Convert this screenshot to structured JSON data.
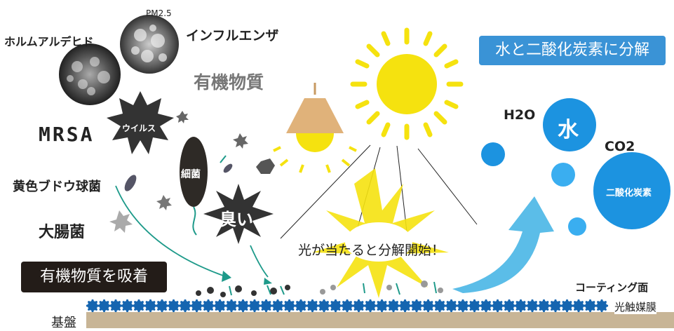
{
  "labels": {
    "pm25": "PM2.5",
    "formaldehyde": "ホルムアルデヒド",
    "influenza": "インフルエンザ",
    "organic": "有機物質",
    "mrsa": "MRSA",
    "virus": "ウイルス",
    "staph": "黄色ブドウ球菌",
    "bacteria": "細菌",
    "ecoli": "大腸菌",
    "odor": "臭い",
    "adsorb": "有機物質を吸着",
    "decompose_start": "光が当たると分解開始！",
    "water_co2": "水と二酸化炭素に分解",
    "h2o": "H2O",
    "water": "水",
    "co2": "CO2",
    "carbon_dioxide": "二酸化炭素",
    "coating_surface": "コーティング面",
    "photocatalyst_film": "光触媒膜",
    "substrate": "基盤"
  },
  "colors": {
    "sun": "#f5e20f",
    "lamp_shade": "#e0b27a",
    "bubble": "#1c93e0",
    "bubble_light": "#3aaef0",
    "arrow": "#5bbde8",
    "film": "#1565b0",
    "substrate": "#c8b596",
    "teal_arrow": "#1e9a8a",
    "banner_dark": "#231c18",
    "banner_blue": "#3a93d6"
  },
  "icons": [
    "sun-icon",
    "lamp-icon",
    "virus-icon",
    "bacteria-icon",
    "odor-icon",
    "arrow-icon"
  ]
}
